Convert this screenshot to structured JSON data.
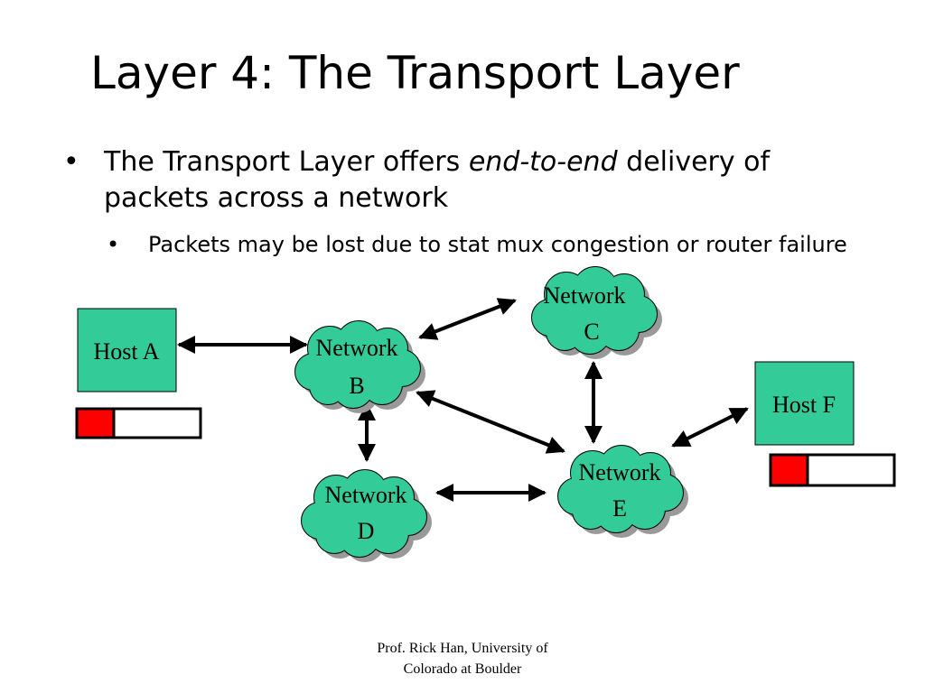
{
  "title": "Layer 4: The Transport Layer",
  "bullets": [
    {
      "text_before": "The Transport Layer offers ",
      "text_emph": "end-to-end",
      "text_after": " delivery of packets across a network",
      "sub": [
        {
          "text": "Packets may be lost due to stat mux congestion or router failure"
        }
      ]
    }
  ],
  "diagram": {
    "colors": {
      "cloud_fill": "#33cc99",
      "host_fill": "#33cc99",
      "outline": "#000000",
      "shadow": "#999999",
      "buffer_used": "#ff0000",
      "buffer_free": "#ffffff"
    },
    "networks": {
      "b": {
        "line1": "Network",
        "line2": "B"
      },
      "c": {
        "line1": "Network",
        "line2": "C"
      },
      "d": {
        "line1": "Network",
        "line2": "D"
      },
      "e": {
        "line1": "Network",
        "line2": "E"
      }
    },
    "hosts": {
      "a": {
        "label": "Host A"
      },
      "f": {
        "label": "Host F"
      }
    },
    "buffers": {
      "a": {
        "fill_fraction": 0.3
      },
      "f": {
        "fill_fraction": 0.3
      }
    }
  },
  "footer": {
    "line1": "Prof. Rick Han, University of",
    "line2": "Colorado at Boulder"
  }
}
